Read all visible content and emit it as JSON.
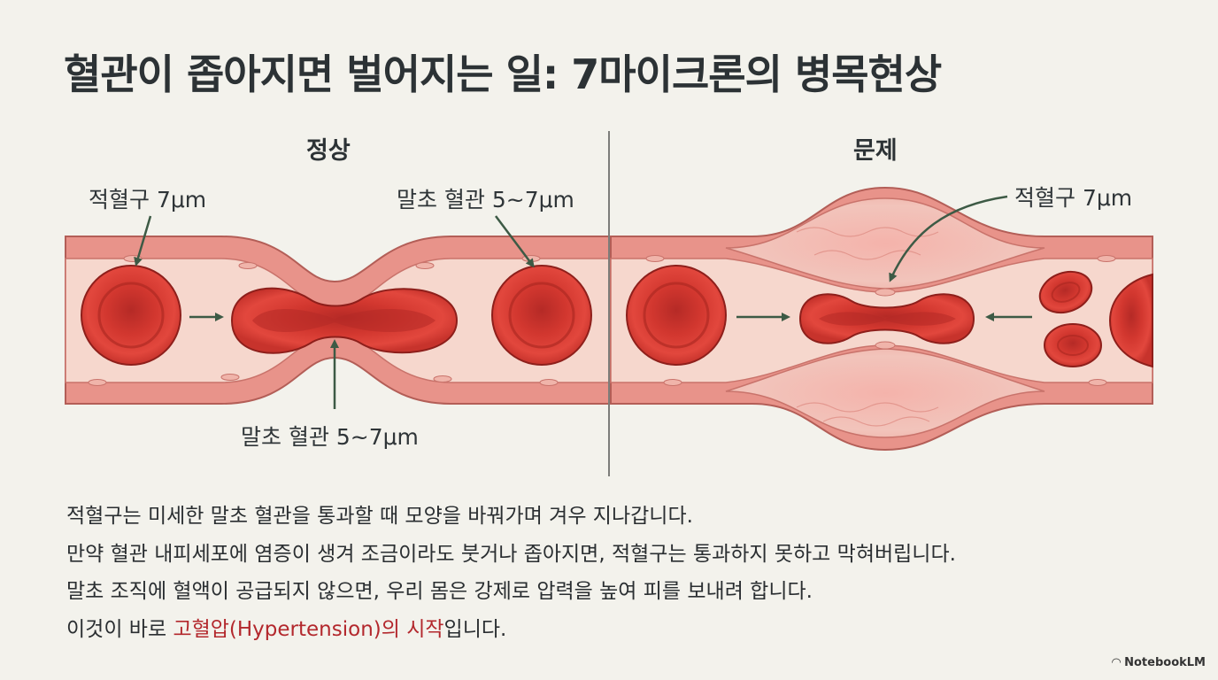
{
  "title": "혈관이 좁아지면 벌어지는 일: 7마이크론의 병목현상",
  "panels": {
    "normal": {
      "heading": "정상",
      "rbc_label": "적혈구 7μm",
      "capillary_label_top": "말초 혈관 5~7μm",
      "capillary_label_bottom": "말초 혈관 5~7μm"
    },
    "problem": {
      "heading": "문제",
      "rbc_label": "적혈구 7μm"
    }
  },
  "body": {
    "line1": "적혈구는 미세한 말초 혈관을 통과할 때 모양을 바꿔가며 겨우 지나갑니다.",
    "line2": "만약 혈관 내피세포에 염증이 생겨 조금이라도 붓거나 좁아지면, 적혈구는 통과하지 못하고 막혀버립니다.",
    "line3": "말초 조직에 혈액이 공급되지 않으면, 우리 몸은 강제로 압력을 높여 피를 보내려 합니다.",
    "line4_prefix": "이것이 바로 ",
    "line4_highlight": "고혈압(Hypertension)의 시작",
    "line4_suffix": "입니다."
  },
  "brand": "NotebookLM",
  "colors": {
    "background": "#f3f2ec",
    "vessel_wall": "#e8938a",
    "vessel_lumen": "#f6d7cd",
    "rbc": "#d83a33",
    "arrow": "#3d5a45",
    "highlight": "#b3282d"
  }
}
